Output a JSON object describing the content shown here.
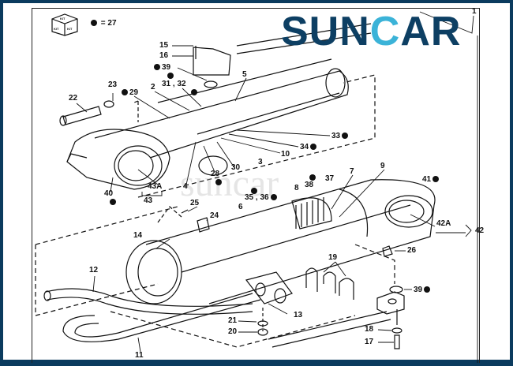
{
  "brand": {
    "logo_text_1": "SUN",
    "logo_text_c": "C",
    "logo_text_2": "AR",
    "watermark": "suncar"
  },
  "legend": {
    "kit_icon_text": "KIT",
    "kit_note": "= 27"
  },
  "labels": {
    "l1": "1",
    "l15": "15",
    "l16": "16",
    "l39a": "39",
    "l31_32": "31 , 32",
    "l5": "5",
    "l23": "23",
    "l22": "22",
    "l29": "29",
    "l2": "2",
    "l33": "33",
    "l34": "34",
    "l10": "10",
    "l3": "3",
    "l30": "30",
    "l28": "28",
    "l4": "4",
    "l43A": "43A",
    "l40": "40",
    "l43": "43",
    "l35_36": "35 , 36",
    "l38": "38",
    "l37": "37",
    "l7": "7",
    "l9": "9",
    "l8": "8",
    "l41": "41",
    "l6": "6",
    "l25": "25",
    "l24": "24",
    "l14": "14",
    "l12": "12",
    "l42A": "42A",
    "l42": "42",
    "l26": "26",
    "l19": "19",
    "l39b": "39",
    "l13": "13",
    "l21": "21",
    "l20": "20",
    "l18": "18",
    "l17": "17",
    "l11": "11"
  },
  "colors": {
    "frame": "#0b3b5e",
    "logo_dark": "#0d3f63",
    "logo_accent": "#3bb3d8"
  }
}
